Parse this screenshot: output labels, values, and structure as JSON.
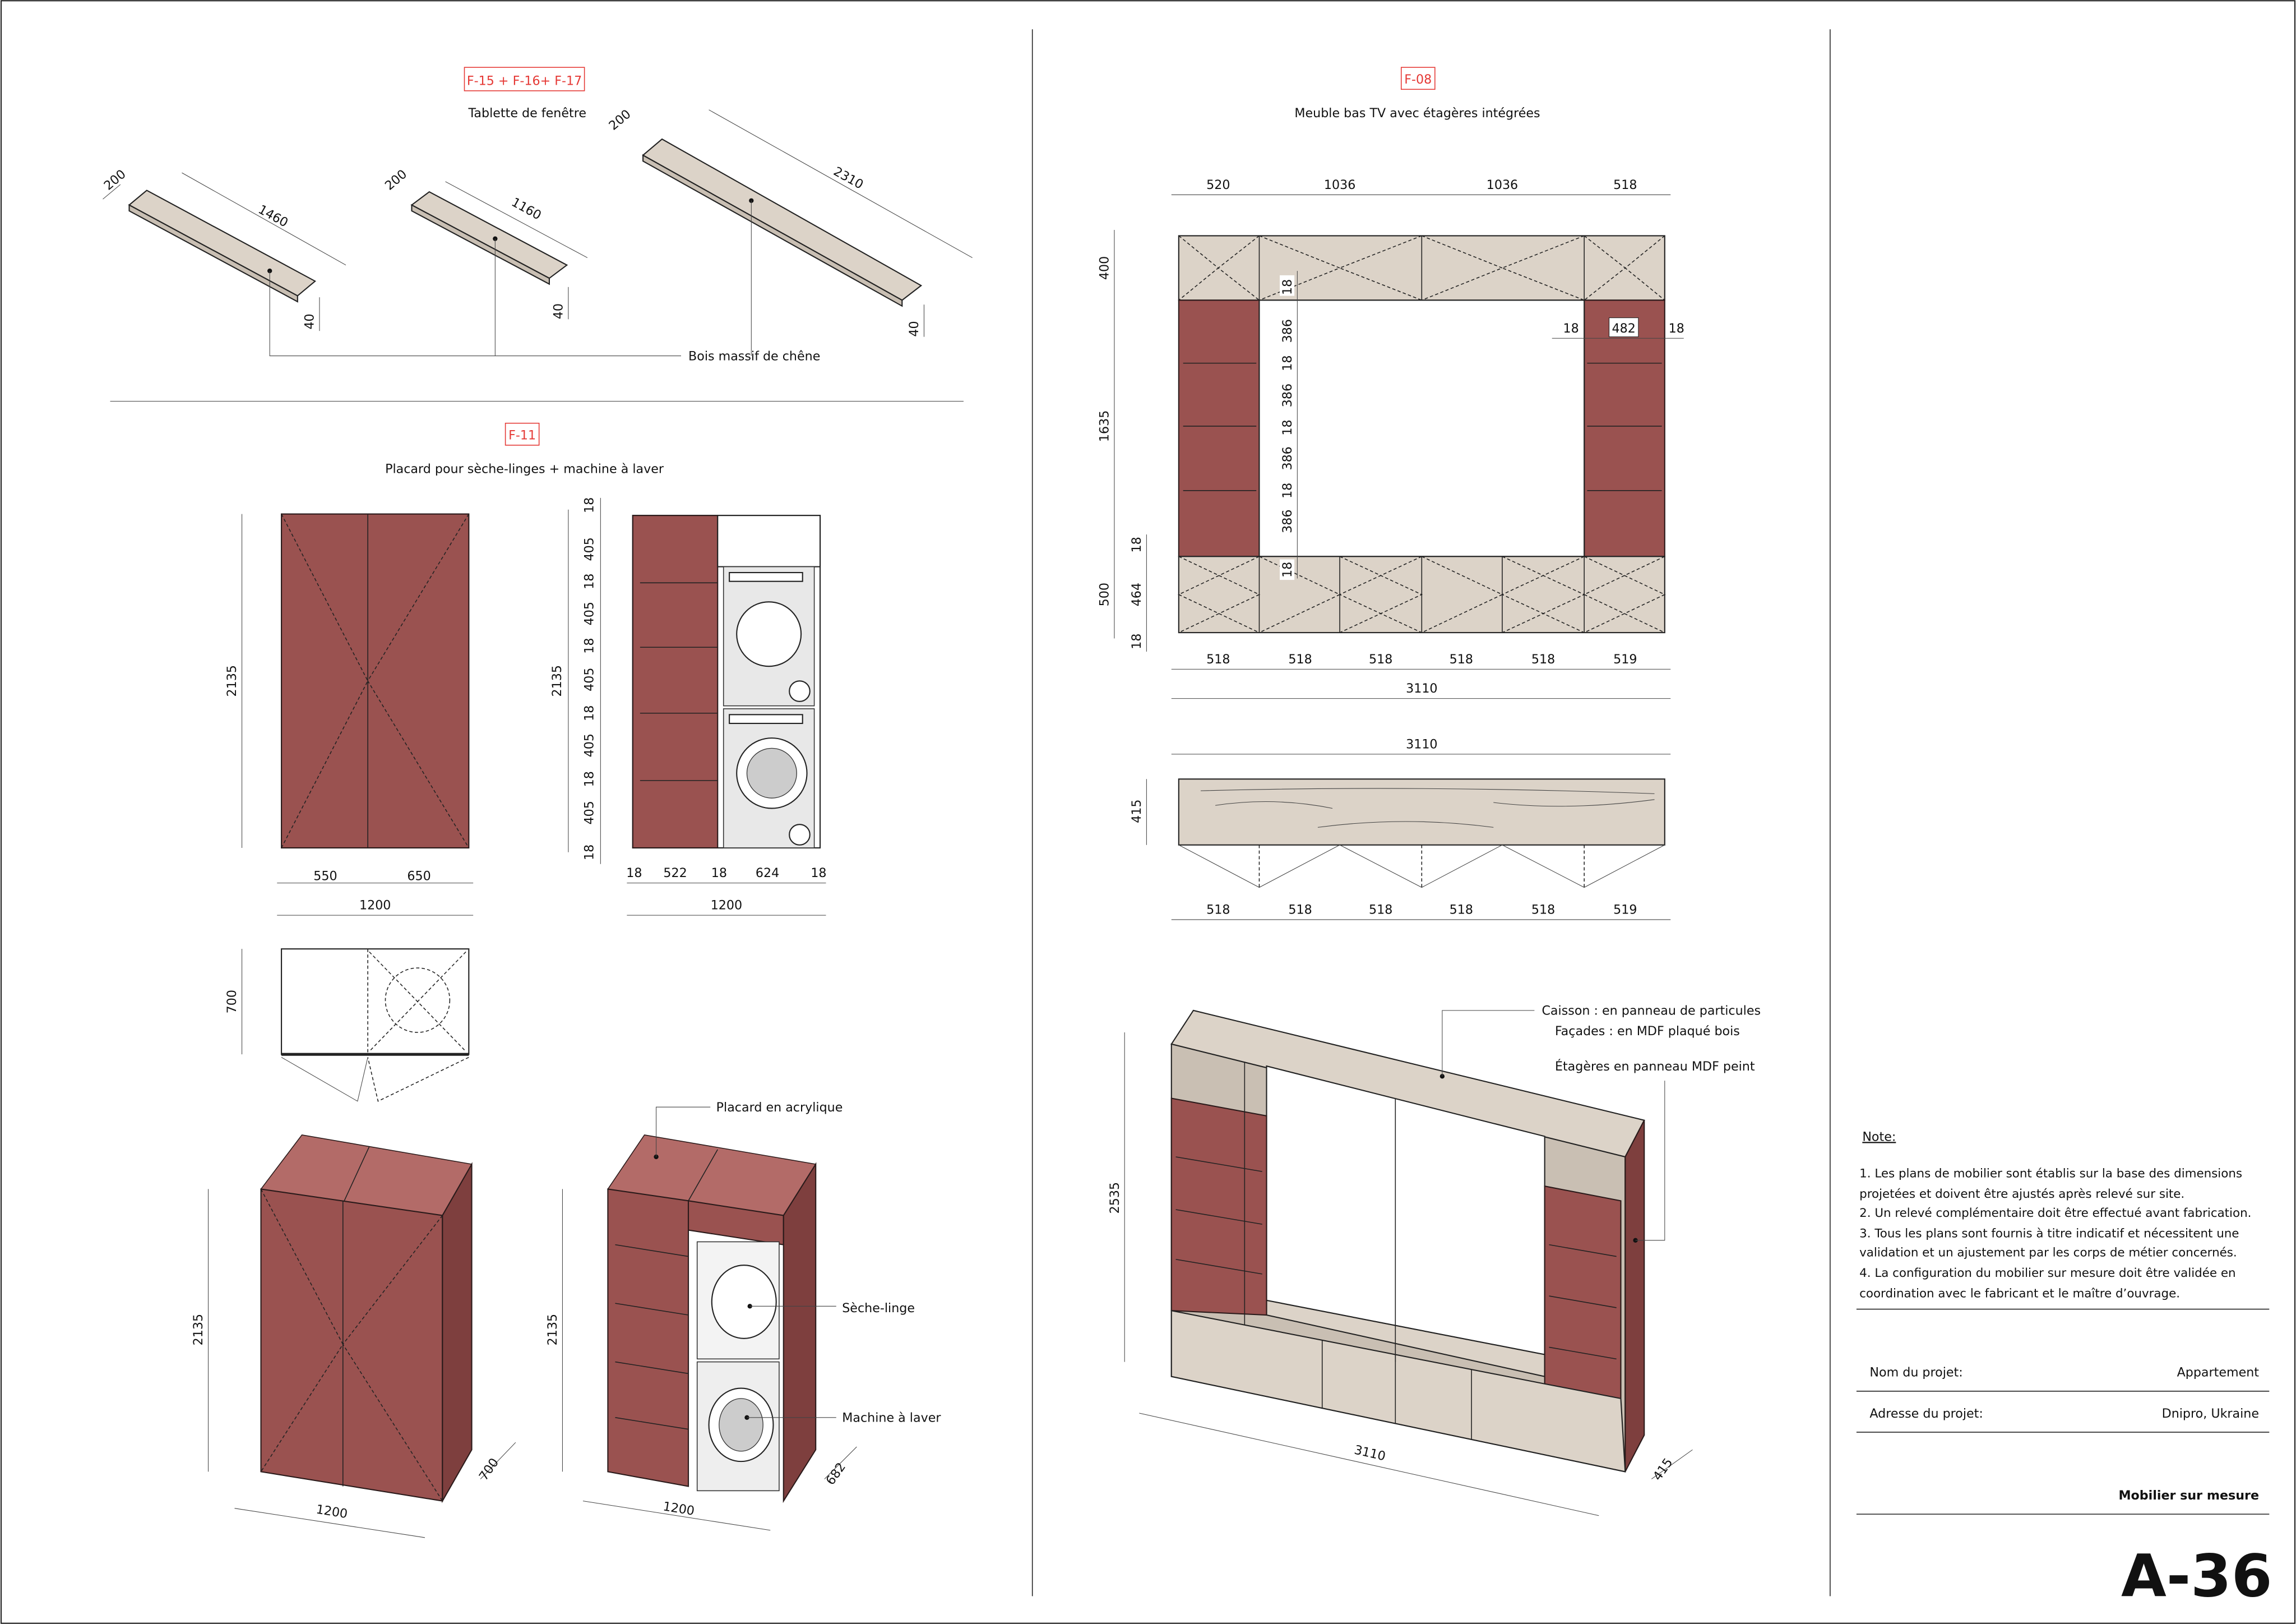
{
  "colors": {
    "cabinet": "#9a5250",
    "wood": "#dcd3c8",
    "tag": "#e53935"
  },
  "f15": {
    "tag": "F-15 + F-16+ F-17",
    "title": "Tablette de fenêtre",
    "material": "Bois massif de chêne",
    "planks": [
      {
        "width": "200",
        "length": "1460",
        "thickness": "40"
      },
      {
        "width": "200",
        "length": "1160",
        "thickness": "40"
      },
      {
        "width": "200",
        "length": "2310",
        "thickness": "40"
      }
    ]
  },
  "f11": {
    "tag": "F-11",
    "title": "Placard pour  sèche-linges + machine à laver",
    "front": {
      "height": "2135",
      "left": "550",
      "right": "650",
      "total": "1200"
    },
    "section": {
      "height": "2135",
      "verticals": [
        "18",
        "405",
        "18",
        "405",
        "18",
        "405",
        "18",
        "405",
        "18",
        "405",
        "18"
      ],
      "widths": [
        "18",
        "522",
        "18",
        "624",
        "18"
      ],
      "total": "1200"
    },
    "plan": {
      "depth": "700"
    },
    "iso_closed": {
      "height": "2135",
      "width": "1200",
      "depth": "700"
    },
    "iso_open": {
      "height": "2135",
      "width": "1200",
      "depth": "682"
    },
    "labels": {
      "acrylic": "Placard en acrylique",
      "dryer": "Sèche-linge",
      "washer": "Machine à laver"
    }
  },
  "f08": {
    "tag": "F-08",
    "title": "Meuble bas TV avec étagères intégrées",
    "top_dims": [
      "520",
      "1036",
      "1036",
      "518"
    ],
    "left_dims": [
      "400",
      "1635",
      "500"
    ],
    "left_inner_dims": [
      "18",
      "464",
      "18"
    ],
    "shelf_dims": [
      "18",
      "386",
      "18",
      "386",
      "18",
      "386",
      "18",
      "386",
      "18"
    ],
    "side_dims": [
      "18",
      "482",
      "18"
    ],
    "bottom_dims": [
      "518",
      "518",
      "518",
      "518",
      "518",
      "519"
    ],
    "total_width": "3110",
    "plan": {
      "width": "3110",
      "depth": "415",
      "dims": [
        "518",
        "518",
        "518",
        "518",
        "518",
        "519"
      ]
    },
    "iso": {
      "height": "2535",
      "width": "3110",
      "depth": "415"
    },
    "labels": {
      "caisson": "Caisson : en panneau de particules",
      "facades": "Façades : en MDF plaqué bois",
      "etageres": "Étagères en panneau MDF peint"
    }
  },
  "notes": {
    "heading": "Note:",
    "items": [
      "1. Les plans de mobilier sont établis sur la base des dimensions projetées et doivent être ajustés après relevé sur site.",
      "2. Un relevé complémentaire doit être effectué avant fabrication.",
      "3. Tous les plans sont fournis à titre indicatif et nécessitent une validation et un ajustement par les corps de métier concernés.",
      "4. La configuration du mobilier sur mesure doit être validée en coordination avec le fabricant et le maître d’ouvrage."
    ]
  },
  "project": {
    "name_label": "Nom du projet:",
    "name": "Appartement",
    "address_label": "Adresse du projet:",
    "address": "Dnipro, Ukraine"
  },
  "sheet": {
    "title": "Mobilier sur mesure",
    "number": "A-36"
  }
}
